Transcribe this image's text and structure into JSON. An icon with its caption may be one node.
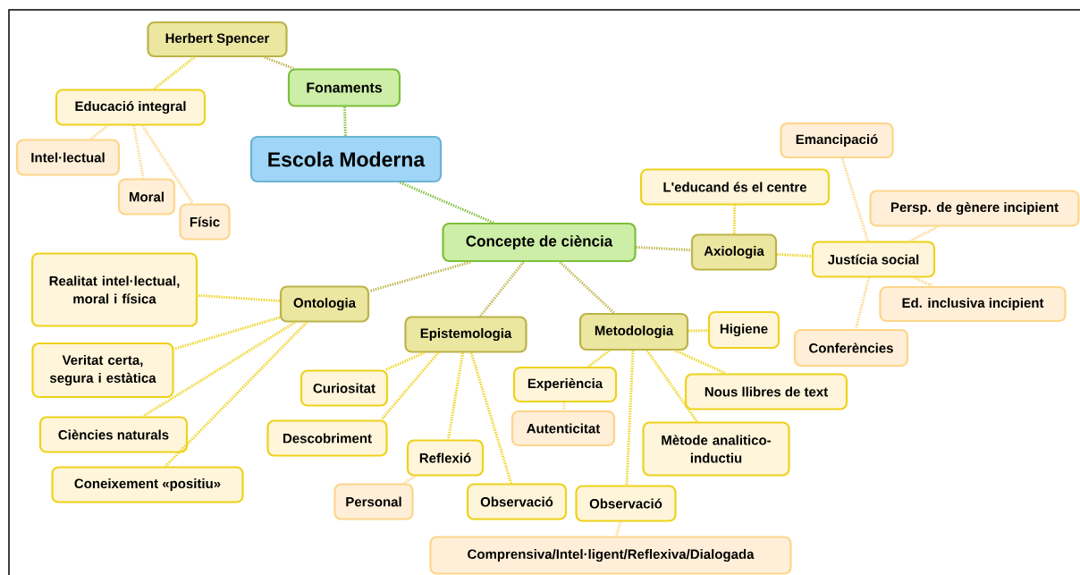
{
  "diagram": {
    "nodes": [
      {
        "text": [
          "Herbert Spencer"
        ]
      },
      {
        "text": [
          "Fonaments"
        ]
      },
      {
        "text": [
          "Educació integral"
        ]
      },
      {
        "text": [
          "Intel·lectual"
        ]
      },
      {
        "text": [
          "Moral"
        ]
      },
      {
        "text": [
          "Físic"
        ]
      },
      {
        "text": [
          "Escola Moderna"
        ]
      },
      {
        "text": [
          "Concepte de ciència"
        ]
      },
      {
        "text": [
          "L'educand és el centre"
        ]
      },
      {
        "text": [
          "Emancipació"
        ]
      },
      {
        "text": [
          "Persp. de gènere incipient"
        ]
      },
      {
        "text": [
          "Axiologia"
        ]
      },
      {
        "text": [
          "Justícia social"
        ]
      },
      {
        "text": [
          "Realitat intel·lectual, moral i física"
        ]
      },
      {
        "text": [
          "Ontologia"
        ]
      },
      {
        "text": [
          "Ed. inclusiva incipient"
        ]
      },
      {
        "text": [
          "Epistemologia"
        ]
      },
      {
        "text": [
          "Metodologia"
        ]
      },
      {
        "text": [
          "Higiene"
        ]
      },
      {
        "text": [
          "Conferències"
        ]
      },
      {
        "text": [
          "Veritat certa, segura i estàtica"
        ]
      },
      {
        "text": [
          "Curiositat"
        ]
      },
      {
        "text": [
          "Experiència"
        ]
      },
      {
        "text": [
          "Nous llibres de text"
        ]
      },
      {
        "text": [
          "Autenticitat"
        ]
      },
      {
        "text": [
          "Ciències naturals"
        ]
      },
      {
        "text": [
          "Mètode analitico-inductiu"
        ]
      },
      {
        "text": [
          "Descobriment"
        ]
      },
      {
        "text": [
          "Reflexió"
        ]
      },
      {
        "text": [
          "Coneixement «positiu»"
        ]
      },
      {
        "text": [
          "Personal"
        ]
      },
      {
        "text": [
          "Observació"
        ]
      },
      {
        "text": [
          "Observació"
        ]
      },
      {
        "text": [
          "Comprensiva/Intel·ligent/Reflexiva/Dialogada"
        ]
      }
    ],
    "edges": [
      {
        "from": 0,
        "to": 1,
        "arrow": "none",
        "color": "#bdb348"
      },
      {
        "from": 1,
        "to": 6,
        "arrow": "none",
        "color": "#7cbf3a"
      },
      {
        "from": 6,
        "to": 7,
        "arrow": "none",
        "color": "#7cbf3a"
      },
      {
        "from": 0,
        "to": 2,
        "arrow": "none"
      },
      {
        "from": 2,
        "to": 3,
        "arrow": "none",
        "color": "#fdd58a"
      },
      {
        "from": 2,
        "to": 4,
        "arrow": "none",
        "color": "#fdd58a"
      },
      {
        "from": 2,
        "to": 5,
        "arrow": "none",
        "color": "#fdd58a"
      },
      {
        "from": 7,
        "to": 11,
        "arrow": "none",
        "color": "#bdb348"
      },
      {
        "from": 7,
        "to": 14,
        "arrow": "none",
        "color": "#bdb348"
      },
      {
        "from": 7,
        "to": 16,
        "arrow": "none",
        "color": "#bdb348"
      },
      {
        "from": 7,
        "to": 17,
        "arrow": "none",
        "color": "#bdb348"
      },
      {
        "from": 11,
        "to": 8,
        "arrow": "none"
      },
      {
        "from": 11,
        "to": 12,
        "arrow": "none"
      },
      {
        "from": 12,
        "to": 9,
        "arrow": "none",
        "color": "#fdd58a"
      },
      {
        "from": 12,
        "to": 10,
        "arrow": "none",
        "color": "#fdd58a"
      },
      {
        "from": 12,
        "to": 15,
        "arrow": "none",
        "color": "#fdd58a"
      },
      {
        "from": 12,
        "to": 19,
        "arrow": "none",
        "color": "#fdd58a"
      },
      {
        "from": 14,
        "to": 13,
        "arrow": "none"
      },
      {
        "from": 14,
        "to": 20,
        "arrow": "none"
      },
      {
        "from": 14,
        "to": 25,
        "arrow": "none"
      },
      {
        "from": 14,
        "to": 29,
        "arrow": "none"
      },
      {
        "from": 16,
        "to": 21,
        "arrow": "none"
      },
      {
        "from": 16,
        "to": 27,
        "arrow": "none"
      },
      {
        "from": 16,
        "to": 28,
        "arrow": "none"
      },
      {
        "from": 16,
        "to": 31,
        "arrow": "none"
      },
      {
        "from": 28,
        "to": 30,
        "arrow": "none",
        "color": "#fdd58a"
      },
      {
        "from": 17,
        "to": 18,
        "arrow": "none"
      },
      {
        "from": 17,
        "to": 22,
        "arrow": "none"
      },
      {
        "from": 17,
        "to": 23,
        "arrow": "none"
      },
      {
        "from": 17,
        "to": 26,
        "arrow": "none"
      },
      {
        "from": 17,
        "to": 32,
        "arrow": "none"
      },
      {
        "from": 22,
        "to": 24,
        "arrow": "none",
        "color": "#fdd58a"
      },
      {
        "from": 32,
        "to": 33,
        "arrow": "none",
        "color": "#fdd58a"
      }
    ]
  }
}
